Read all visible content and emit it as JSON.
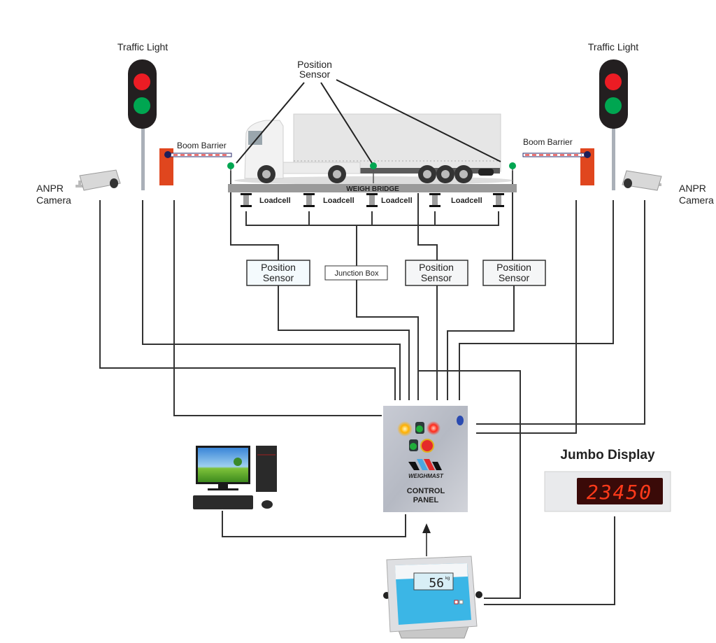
{
  "title": "Weighbridge Automation System Layout",
  "labels": {
    "traffic_light_left": "Traffic Light",
    "traffic_light_right": "Traffic Light",
    "boom_barrier_left": "Boom Barrier",
    "boom_barrier_right": "Boom Barrier",
    "anpr_left_line1": "ANPR",
    "anpr_left_line2": "Camera",
    "anpr_right_line1": "ANPR",
    "anpr_right_line2": "Camera",
    "position_sensor_callout_line1": "Position",
    "position_sensor_callout_line2": "Sensor",
    "weigh_bridge": "WEIGH BRIDGE",
    "jumbo_display_title": "Jumbo Display",
    "junction_box": "Junction Box"
  },
  "loadcells": [
    "Loadcell",
    "Loadcell",
    "Loadcell",
    "Loadcell"
  ],
  "position_sensor_boxes": [
    {
      "line1": "Position",
      "line2": "Sensor"
    },
    {
      "line1": "Position",
      "line2": "Sensor"
    },
    {
      "line1": "Position",
      "line2": "Sensor"
    }
  ],
  "control_panel": {
    "brand": "WEIGHMAST",
    "line1": "CONTROL",
    "line2": "PANEL"
  },
  "jumbo_display": {
    "value": "23450"
  },
  "indicator": {
    "value": "56",
    "unit": "kg"
  },
  "colors": {
    "red_light": "#ec1c24",
    "green_light": "#00a651",
    "barrier_orange": "#e0461e",
    "sensor_green": "#00a651",
    "bridge_gray": "#9a9a9a",
    "led_red": "#ff3a1a",
    "indicator_blue": "#3bb6e6"
  }
}
